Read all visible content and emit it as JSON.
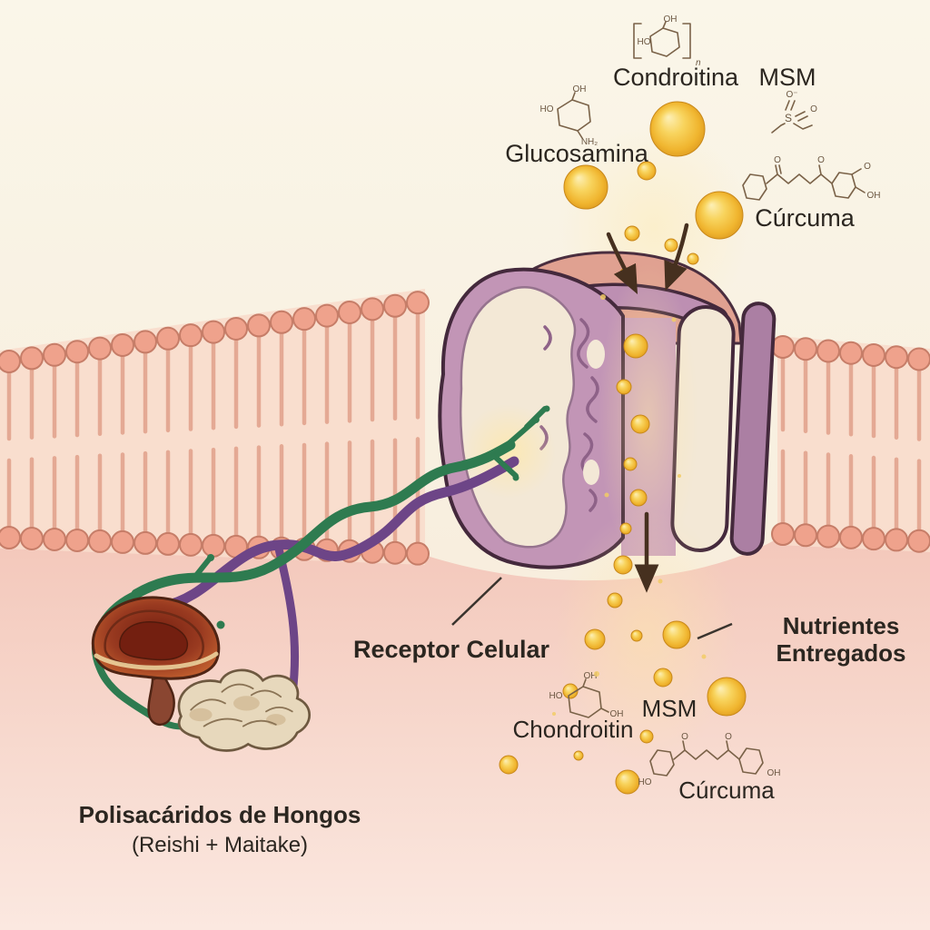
{
  "labels": {
    "condroitina": "Condroitina",
    "msm_top": "MSM",
    "glucosamina": "Glucosamina",
    "curcuma_top": "Cúrcuma",
    "receptor_celular": "Receptor Celular",
    "nutrientes_line1": "Nutrientes",
    "nutrientes_line2": "Entregados",
    "chondroitin": "Chondroitin",
    "msm_bottom": "MSM",
    "curcuma_bottom": "Cúrcuma",
    "polisacaridos": "Polisacáridos de Hongos",
    "reishi_maitake": "(Reishi + Maitake)"
  },
  "chem": {
    "oh": "OH",
    "ho": "HO",
    "nh2": "NH₂",
    "n": "n",
    "o": "O",
    "s": "S",
    "o_minus": "O⁻"
  },
  "colors": {
    "background_top": "#faf6e9",
    "cytoplasm_pink": "#f4ccc0",
    "membrane_head": "#efa28c",
    "receptor_purple": "#c295b6",
    "receptor_cream": "#f3e8d6",
    "nutrient_gold": "#f0b52f",
    "helix_green": "#2e7b50",
    "helix_purple": "#6d4587",
    "arrow_brown": "#46301f",
    "text_dark": "#2b2620"
  }
}
